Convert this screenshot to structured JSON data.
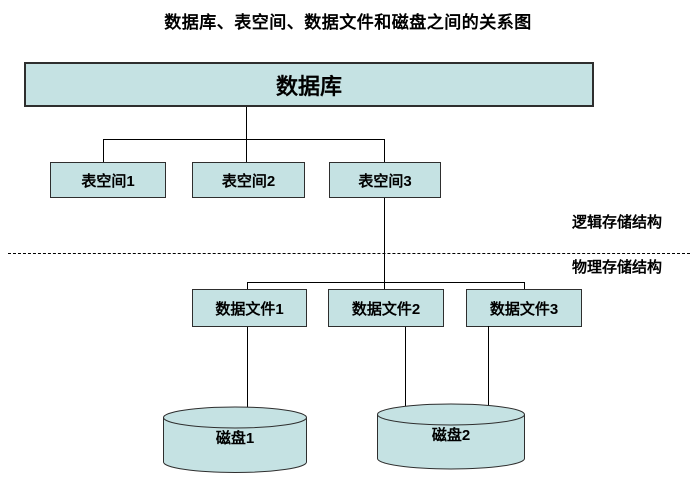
{
  "title": "数据库、表空间、数据文件和磁盘之间的关系图",
  "colors": {
    "node_fill": "#c5e2e3",
    "outline": "#2e2e2e",
    "line": "#000000",
    "text": "#000000"
  },
  "nodes": {
    "database": "数据库",
    "tablespaces": [
      "表空间1",
      "表空间2",
      "表空间3"
    ],
    "datafiles": [
      "数据文件1",
      "数据文件2",
      "数据文件3"
    ],
    "disks": [
      "磁盘1",
      "磁盘2"
    ]
  },
  "section_labels": {
    "logical": "逻辑存储结构",
    "physical": "物理存储结构"
  },
  "connections": [
    {
      "from": "数据库",
      "to": "表空间1"
    },
    {
      "from": "数据库",
      "to": "表空间2"
    },
    {
      "from": "数据库",
      "to": "表空间3"
    },
    {
      "from": "表空间3",
      "to": "数据文件1"
    },
    {
      "from": "表空间3",
      "to": "数据文件2"
    },
    {
      "from": "表空间3",
      "to": "数据文件3"
    },
    {
      "from": "数据文件1",
      "to": "磁盘1"
    },
    {
      "from": "数据文件2",
      "to": "磁盘2"
    },
    {
      "from": "数据文件3",
      "to": "磁盘2"
    }
  ]
}
